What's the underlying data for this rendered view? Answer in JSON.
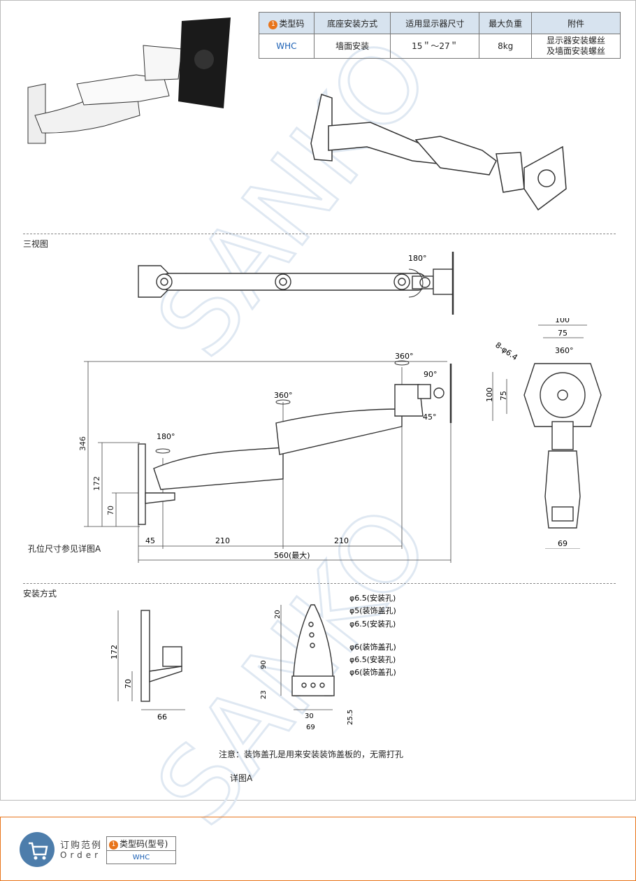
{
  "table": {
    "badge": "1",
    "headers": [
      "类型码",
      "底座安装方式",
      "适用显示器尺寸",
      "最大负重",
      "附件"
    ],
    "row": {
      "code": "WHC",
      "mount": "墙面安装",
      "size": "15＂～27＂",
      "load": "8kg",
      "accessory_line1": "显示器安装螺丝",
      "accessory_line2": "及墙面安装螺丝"
    }
  },
  "sections": {
    "three_view": "三视图",
    "install": "安装方式"
  },
  "top_view": {
    "angle": "180°"
  },
  "side_view": {
    "angles": [
      "360°",
      "360°",
      "180°",
      "90°",
      "45°"
    ],
    "dims": {
      "h346": "346",
      "h172": "172",
      "h70": "70",
      "w45": "45",
      "w210a": "210",
      "w210b": "210",
      "w560": "560(最大)"
    },
    "hole_ref": "孔位尺寸参见详图A"
  },
  "front_view": {
    "holes": "8-φ6.4",
    "w100": "100",
    "w75": "75",
    "rot": "360°",
    "h100": "100",
    "h75": "75",
    "w69": "69"
  },
  "install_side": {
    "h172": "172",
    "h70": "70",
    "w66": "66"
  },
  "install_plate": {
    "labels": [
      "φ6.5(安装孔)",
      "φ5(装饰盖孔)",
      "φ6.5(安装孔)",
      "φ6(装饰盖孔)",
      "φ6.5(安装孔)",
      "φ6(装饰盖孔)"
    ],
    "d20": "20",
    "d90": "90",
    "d23": "23",
    "d30": "30",
    "d25_5": "25.5",
    "d69": "69"
  },
  "note": "注意：装饰盖孔是用来安装装饰盖板的，无需打孔",
  "detail_label": "详图A",
  "watermark": "SANKO",
  "order": {
    "title_cn": "订购范例",
    "title_en": "Order",
    "header_badge": "1",
    "header": "类型码(型号)",
    "value": "WHC"
  }
}
